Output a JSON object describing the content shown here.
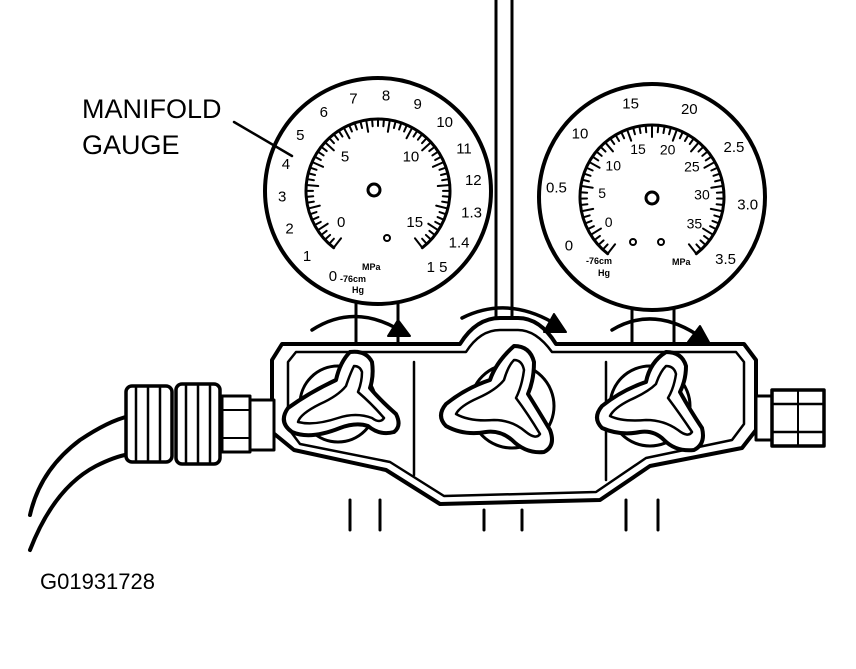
{
  "callout": {
    "line1": "MANIFOLD",
    "line2": "GAUGE"
  },
  "figure_id": "G01931728",
  "left_gauge": {
    "outer_scale": [
      "0",
      "1",
      "2",
      "3",
      "4",
      "5",
      "6",
      "7",
      "8",
      "9",
      "10",
      "11",
      "12",
      "13",
      "14",
      "15"
    ],
    "outer_display": [
      "0",
      "1",
      "2",
      "3",
      "4",
      "5",
      "6",
      "7",
      "8",
      "9",
      "10",
      "11",
      "12",
      "1.3",
      "1.4",
      "1 5"
    ],
    "inner_scale": [
      "0",
      "5",
      "10",
      "15"
    ],
    "unit": "MPa",
    "vacuum_note": "-76cm",
    "vacuum_unit": "Hg"
  },
  "right_gauge": {
    "outer_scale": [
      "0",
      "0.5",
      "10",
      "15",
      "20",
      "2.5",
      "3.0",
      "3.5"
    ],
    "inner_scale": [
      "0",
      "5",
      "10",
      "15",
      "20",
      "25",
      "30",
      "35"
    ],
    "unit": "MPa",
    "vacuum_note": "-76cm",
    "vacuum_unit": "Hg"
  },
  "colors": {
    "ink": "#000000",
    "paper": "#ffffff"
  }
}
